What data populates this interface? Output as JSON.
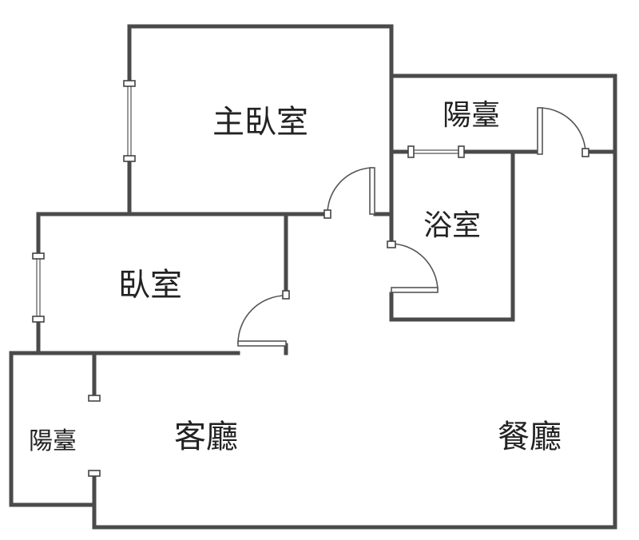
{
  "rooms": {
    "master_bedroom": "主臥室",
    "balcony_top": "陽臺",
    "bathroom": "浴室",
    "bedroom": "臥室",
    "balcony_left": "陽臺",
    "living_room": "客廳",
    "dining_room": "餐廳"
  },
  "colors": {
    "wall": "#4a4a4a",
    "background": "#ffffff",
    "text": "#222222"
  }
}
